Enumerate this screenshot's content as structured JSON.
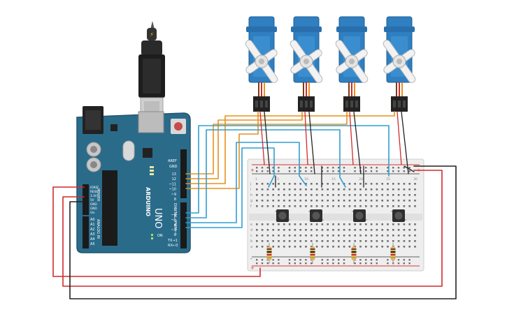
{
  "arduino": {
    "brand": "ARDUINO",
    "model": "UNO",
    "label_aref": "AREF",
    "label_gnd": "GND",
    "digital_label": "DIGITAL (PWM~)",
    "power_label": "POWER",
    "analog_label": "ANALOG IN",
    "on_label": "ON",
    "tx_label": "TX→1",
    "rx_label": "RX←0",
    "digital_pins": [
      "13",
      "12",
      "~11",
      "~10",
      "~9",
      "8",
      "7",
      "~6",
      "~5",
      "4",
      "~3",
      "2"
    ],
    "power_pins": [
      "IOREF",
      "RESET",
      "3.3V",
      "5V",
      "GND",
      "GND",
      "Vin"
    ],
    "analog_pins": [
      "A0",
      "A1",
      "A2",
      "A3",
      "A4",
      "A5"
    ]
  },
  "breadboard": {
    "row_letters_top": [
      "j",
      "i",
      "h",
      "g",
      "f"
    ],
    "row_letters_bottom": [
      "e",
      "d",
      "c",
      "b",
      "a"
    ],
    "column_numbers": [
      "1",
      "5",
      "10",
      "15",
      "20",
      "25",
      "30"
    ],
    "rail_plus": "+",
    "rail_minus": "-"
  },
  "components": {
    "servo_count": 4,
    "pushbutton_count": 4,
    "resistor_count": 4
  },
  "colors": {
    "board": "#2a6b8a",
    "wire_orange": "#e8901d",
    "wire_blue": "#2e9fd1",
    "wire_red": "#d12a2a",
    "wire_black": "#222222",
    "servo_body": "#2f7fc1"
  }
}
